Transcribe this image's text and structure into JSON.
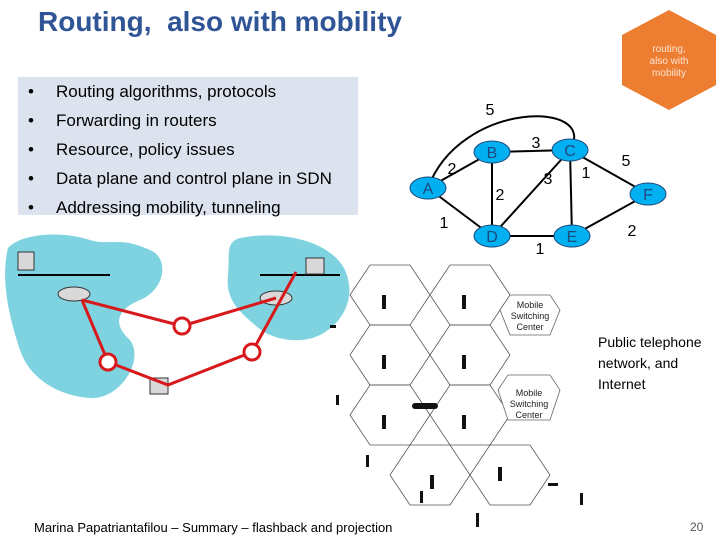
{
  "title": "Routing,  also with mobility",
  "badge": {
    "lines": [
      "routing,",
      "also with",
      "mobility"
    ],
    "color": "#ed7d31"
  },
  "bullets": [
    "Routing algorithms, protocols",
    "Forwarding in routers",
    "Resource, policy issues",
    "Data plane and control plane in SDN",
    "Addressing mobility, tunneling"
  ],
  "graph": {
    "nodes": [
      "A",
      "B",
      "C",
      "D",
      "E",
      "F"
    ],
    "edge_weights": {
      "AB": "2",
      "AD": "1",
      "AC": "5",
      "BC": "3",
      "BD": "2",
      "CD": "3",
      "CE": "1",
      "CF": "5",
      "DE": "1",
      "EF": "2"
    },
    "node_color": "#00b0f0"
  },
  "msc_top": [
    "Mobile",
    "Switching",
    "Center"
  ],
  "msc_bottom": [
    "Mobile",
    "Switching",
    "Center"
  ],
  "pstn": [
    "Public telephone",
    "network, and",
    "Internet"
  ],
  "footer": "Marina Papatriantafilou –  Summary – flashback and projection",
  "page_number": "20",
  "colors": {
    "title": "#2f5597",
    "panel": "#dde3ee",
    "cloud": "#7fd3e0",
    "path": "#d7191c"
  }
}
